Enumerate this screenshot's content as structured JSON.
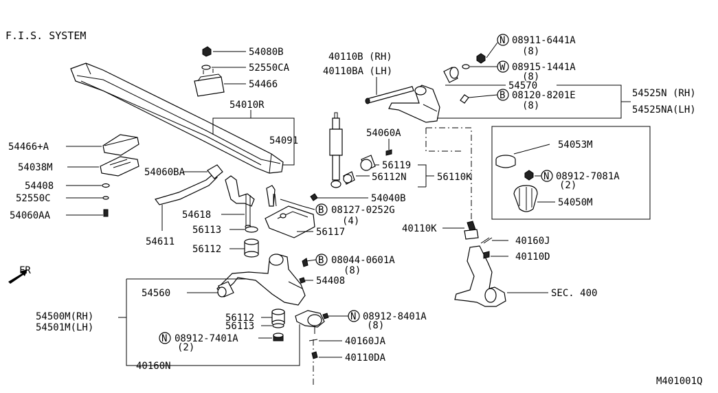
{
  "title": "F.I.S. SYSTEM",
  "diagram_id": "M401001Q",
  "fr_label": "FR",
  "sec_label": "SEC. 400",
  "labels": {
    "p54080B": "54080B",
    "p52550CA": "52550CA",
    "p54466": "54466",
    "p54010R": "54010R",
    "p54091": "54091",
    "p54466A": "54466+A",
    "p54038M": "54038M",
    "p54408a": "54408",
    "p52550C": "52550C",
    "p54060AA": "54060AA",
    "p54060BA": "54060BA",
    "p54618": "54618",
    "p54611": "54611",
    "p56113a": "56113",
    "p56112a": "56112",
    "p40110B": "40110B (RH)",
    "p40110BA": "40110BA (LH)",
    "p54060A": "54060A",
    "p56119": "56119",
    "p56112N": "56112N",
    "p56110K": "56110K",
    "p54040B": "54040B",
    "p08127": "08127-0252G",
    "p08127q": "(4)",
    "p56117": "56117",
    "p08911": "08911-6441A",
    "p08911q": "(8)",
    "p08915": "08915-1441A",
    "p08915q": "(8)",
    "p54570": "54570",
    "p08120": "08120-8201E",
    "p08120q": "(8)",
    "p54525N": "54525N (RH)",
    "p54525NA": "54525NA(LH)",
    "p54053M": "54053M",
    "p08912a": "08912-7081A",
    "p08912aq": "(2)",
    "p54050M": "54050M",
    "p40110K": "40110K",
    "p40160J": "40160J",
    "p40110D": "40110D",
    "p08044": "08044-0601A",
    "p08044q": "(8)",
    "p54408b": "54408",
    "p54560": "54560",
    "p54500M": "54500M(RH)",
    "p54501M": "54501M(LH)",
    "p56112b": "56112",
    "p56113b": "56113",
    "p08912b": "08912-7401A",
    "p08912bq": "(2)",
    "p40160N": "40160N",
    "p08912c": "08912-8401A",
    "p08912cq": "(8)",
    "p40160JA": "40160JA",
    "p40110DA": "40110DA"
  },
  "marks": {
    "N": "N",
    "W": "W",
    "B": "B"
  }
}
